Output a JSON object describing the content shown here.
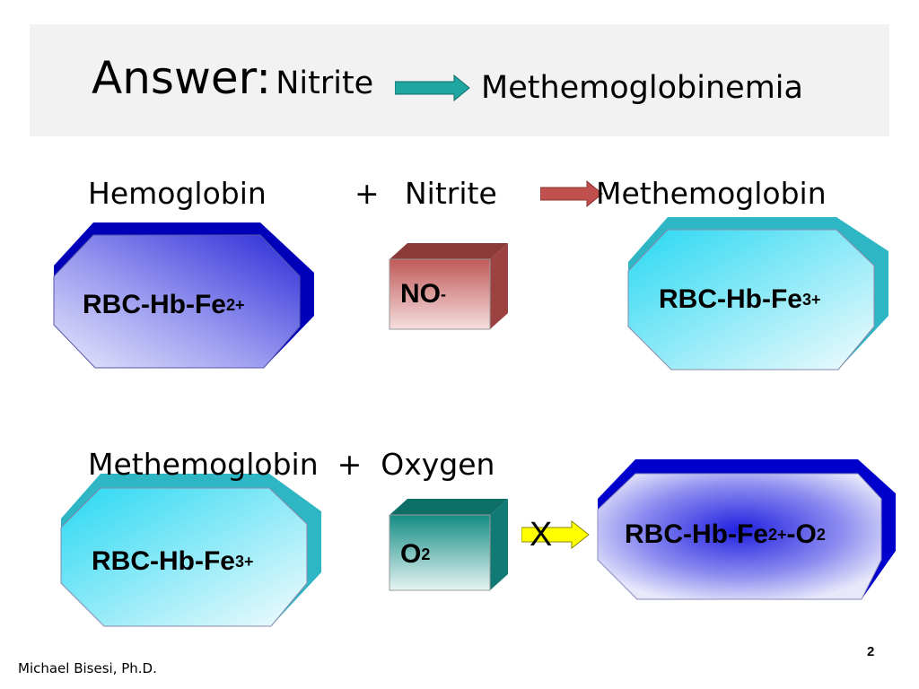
{
  "title": {
    "prefix": "Answer:",
    "left_term": "Nitrite",
    "right_term": "Methemoglobinemia"
  },
  "row1": {
    "label1": "Hemoglobin",
    "plus": "+",
    "label2": "Nitrite",
    "label3": "Methemoglobin",
    "box1": {
      "base": "RBC-Hb-Fe",
      "sup": "2+"
    },
    "box2": {
      "base": "NO",
      "sup": "-"
    },
    "box3": {
      "base": "RBC-Hb-Fe",
      "sup": "3+"
    }
  },
  "row2": {
    "label": "Methemoglobin  +  Oxygen",
    "box1": {
      "base": "RBC-Hb-Fe",
      "sup": "3+"
    },
    "box2": {
      "base": "O",
      "sub": "2"
    },
    "blocked_mark": "X",
    "box3": {
      "base": "RBC-Hb-Fe",
      "sup": "2+",
      "mid": "-O",
      "sub": "2"
    }
  },
  "footer": {
    "author": "Michael Bisesi, Ph.D.",
    "page": "2"
  },
  "colors": {
    "title_arrow": "#1fa6a0",
    "row1_arrow": "#c0504d",
    "row2_arrow": "#ffff00",
    "blue_dark": "#0000cc",
    "cyan": "#33ccdd",
    "no_red": "#b84a48",
    "o2_teal": "#127a74"
  }
}
